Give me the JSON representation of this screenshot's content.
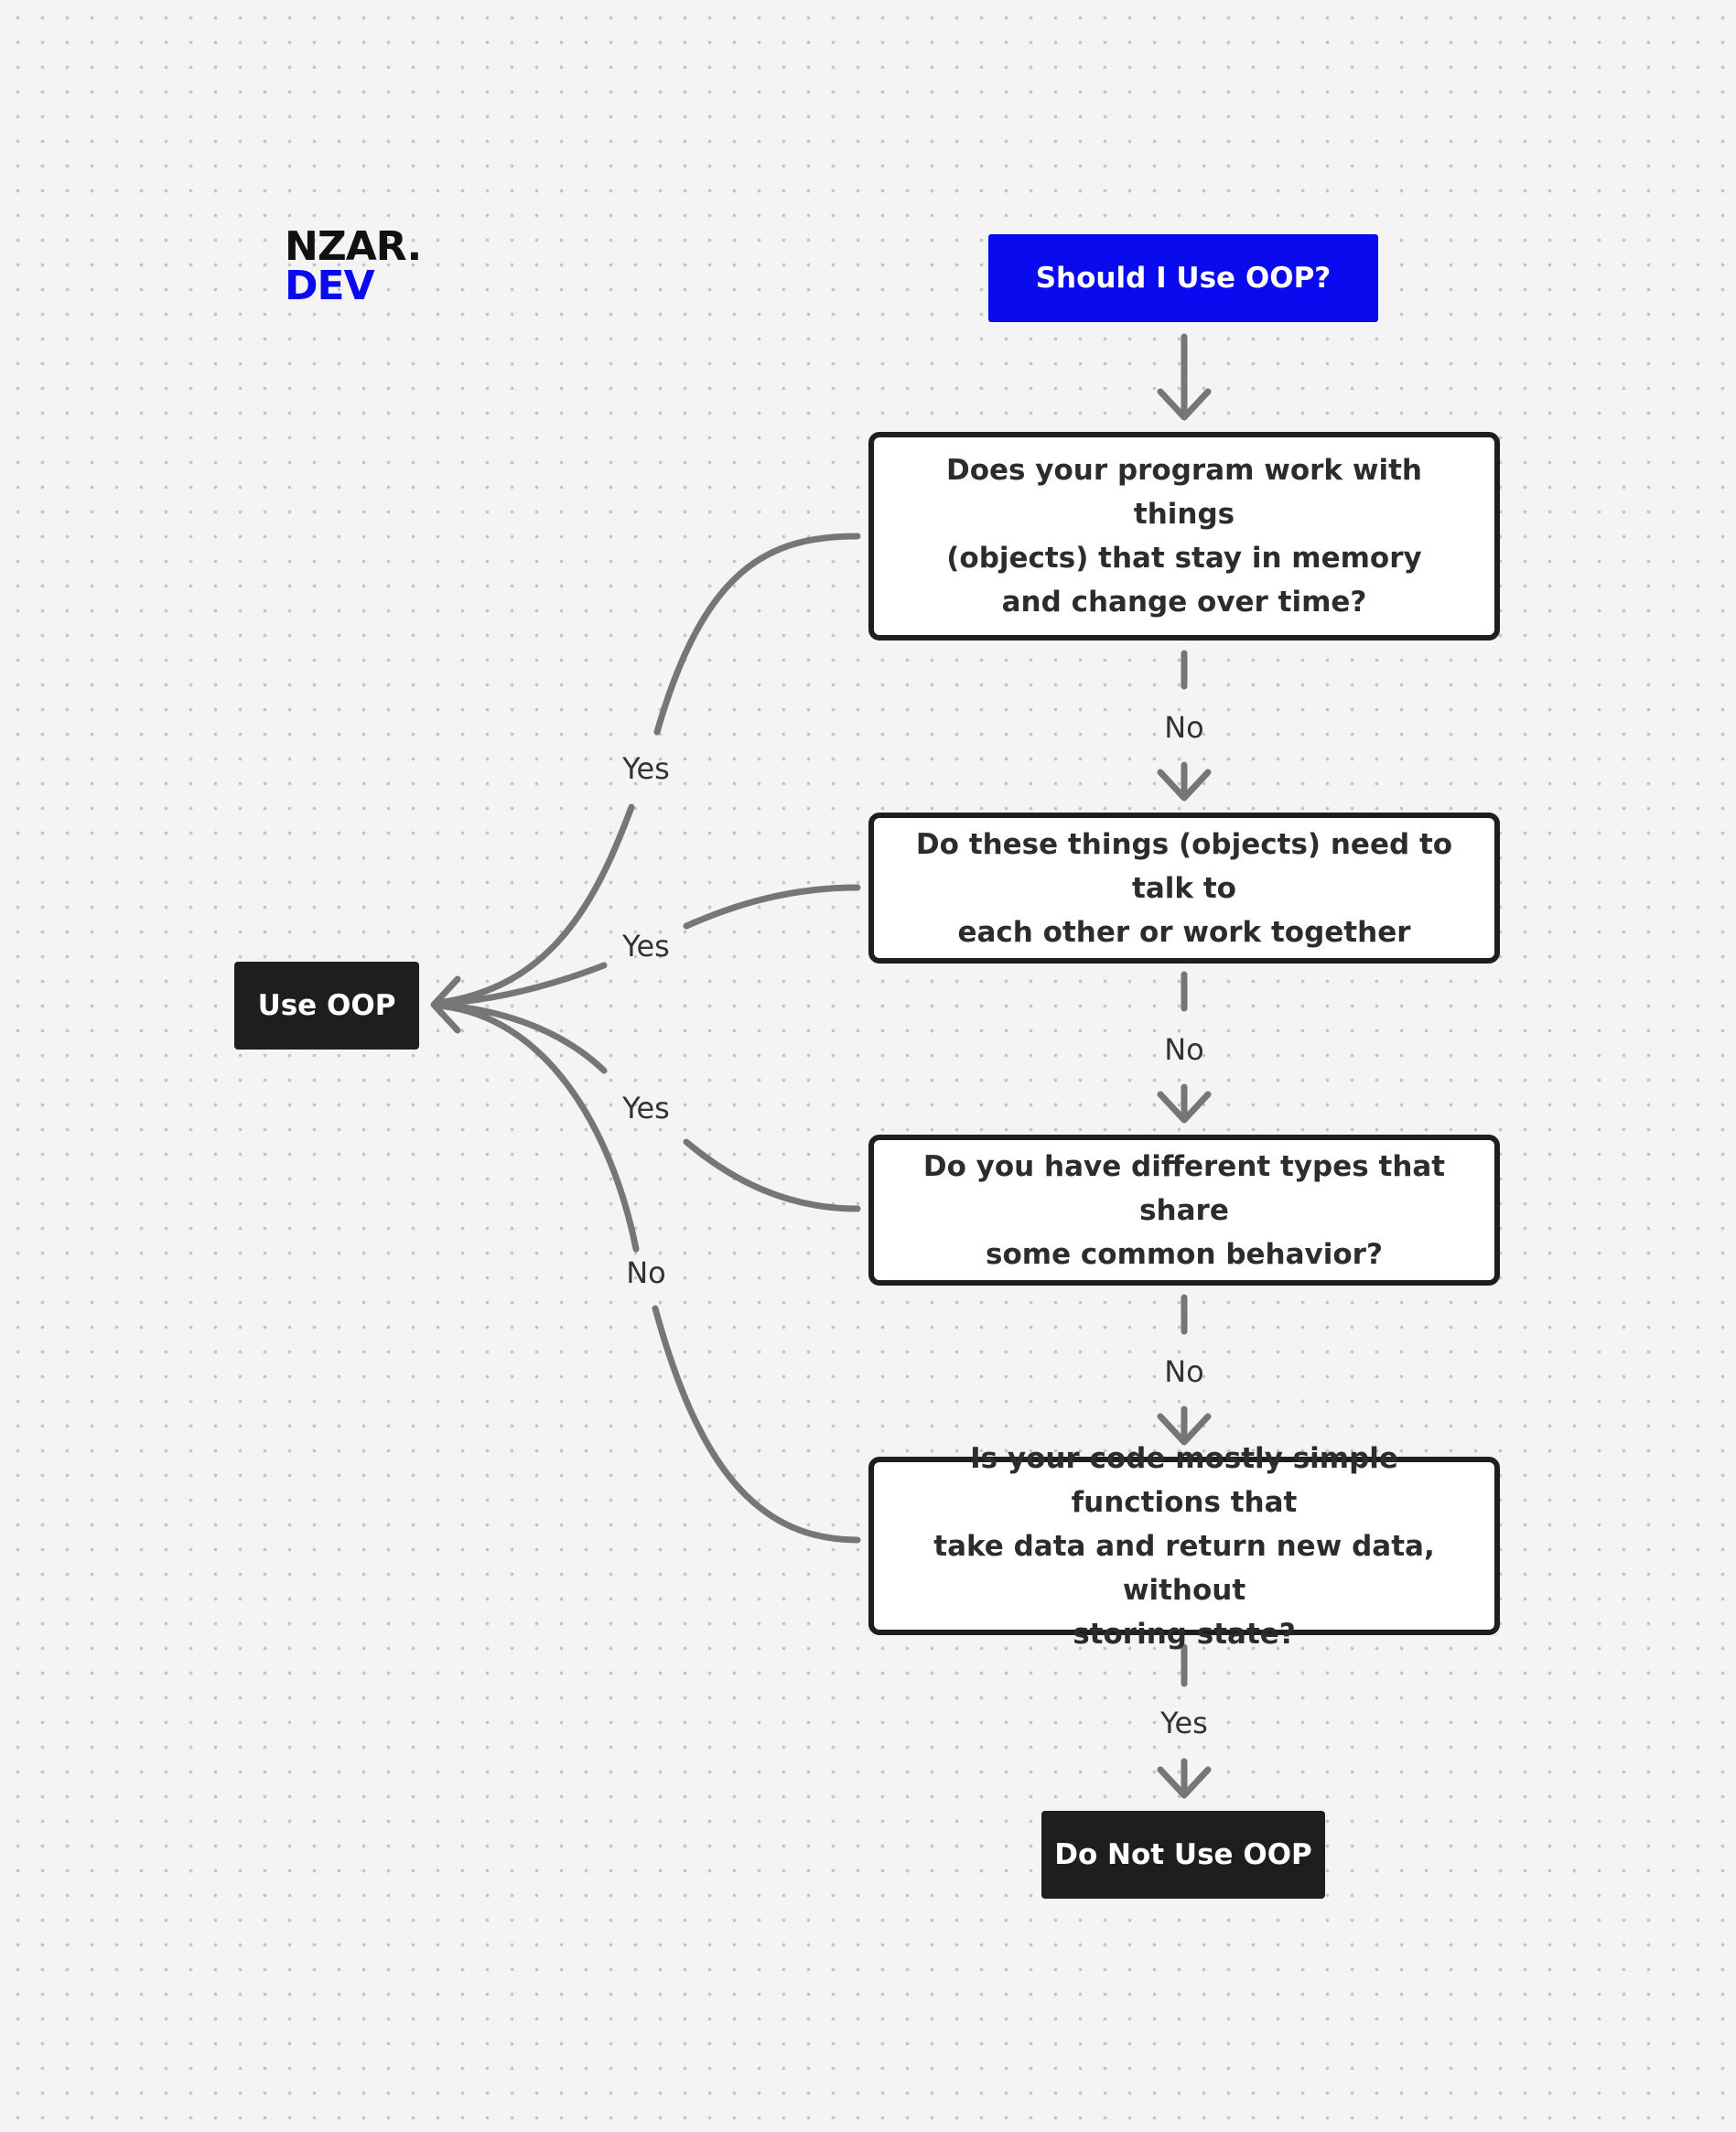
{
  "logo": {
    "line1": "NZAR.",
    "line2": "DEV"
  },
  "colors": {
    "accent": "#0a0aef",
    "box_border": "#1e1e1e",
    "terminal": "#1e1e1e",
    "connector": "#767676"
  },
  "diagram": {
    "start": "Should I Use OOP?",
    "questions": [
      "Does your program work with things\n(objects) that stay in memory\nand change over time?",
      "Do these things (objects) need to talk to\neach other or work together",
      "Do you have different types that share\nsome common behavior?",
      "Is your code mostly simple functions that\ntake data and return new data, without\nstoring state?"
    ],
    "outcomes": {
      "use_oop": "Use OOP",
      "do_not_use_oop": "Do Not Use OOP"
    },
    "edges": {
      "q1_no": "No",
      "q2_no": "No",
      "q3_no": "No",
      "q4_yes": "Yes",
      "q1_yes": "Yes",
      "q2_yes": "Yes",
      "q3_yes": "Yes",
      "q4_no": "No"
    }
  }
}
